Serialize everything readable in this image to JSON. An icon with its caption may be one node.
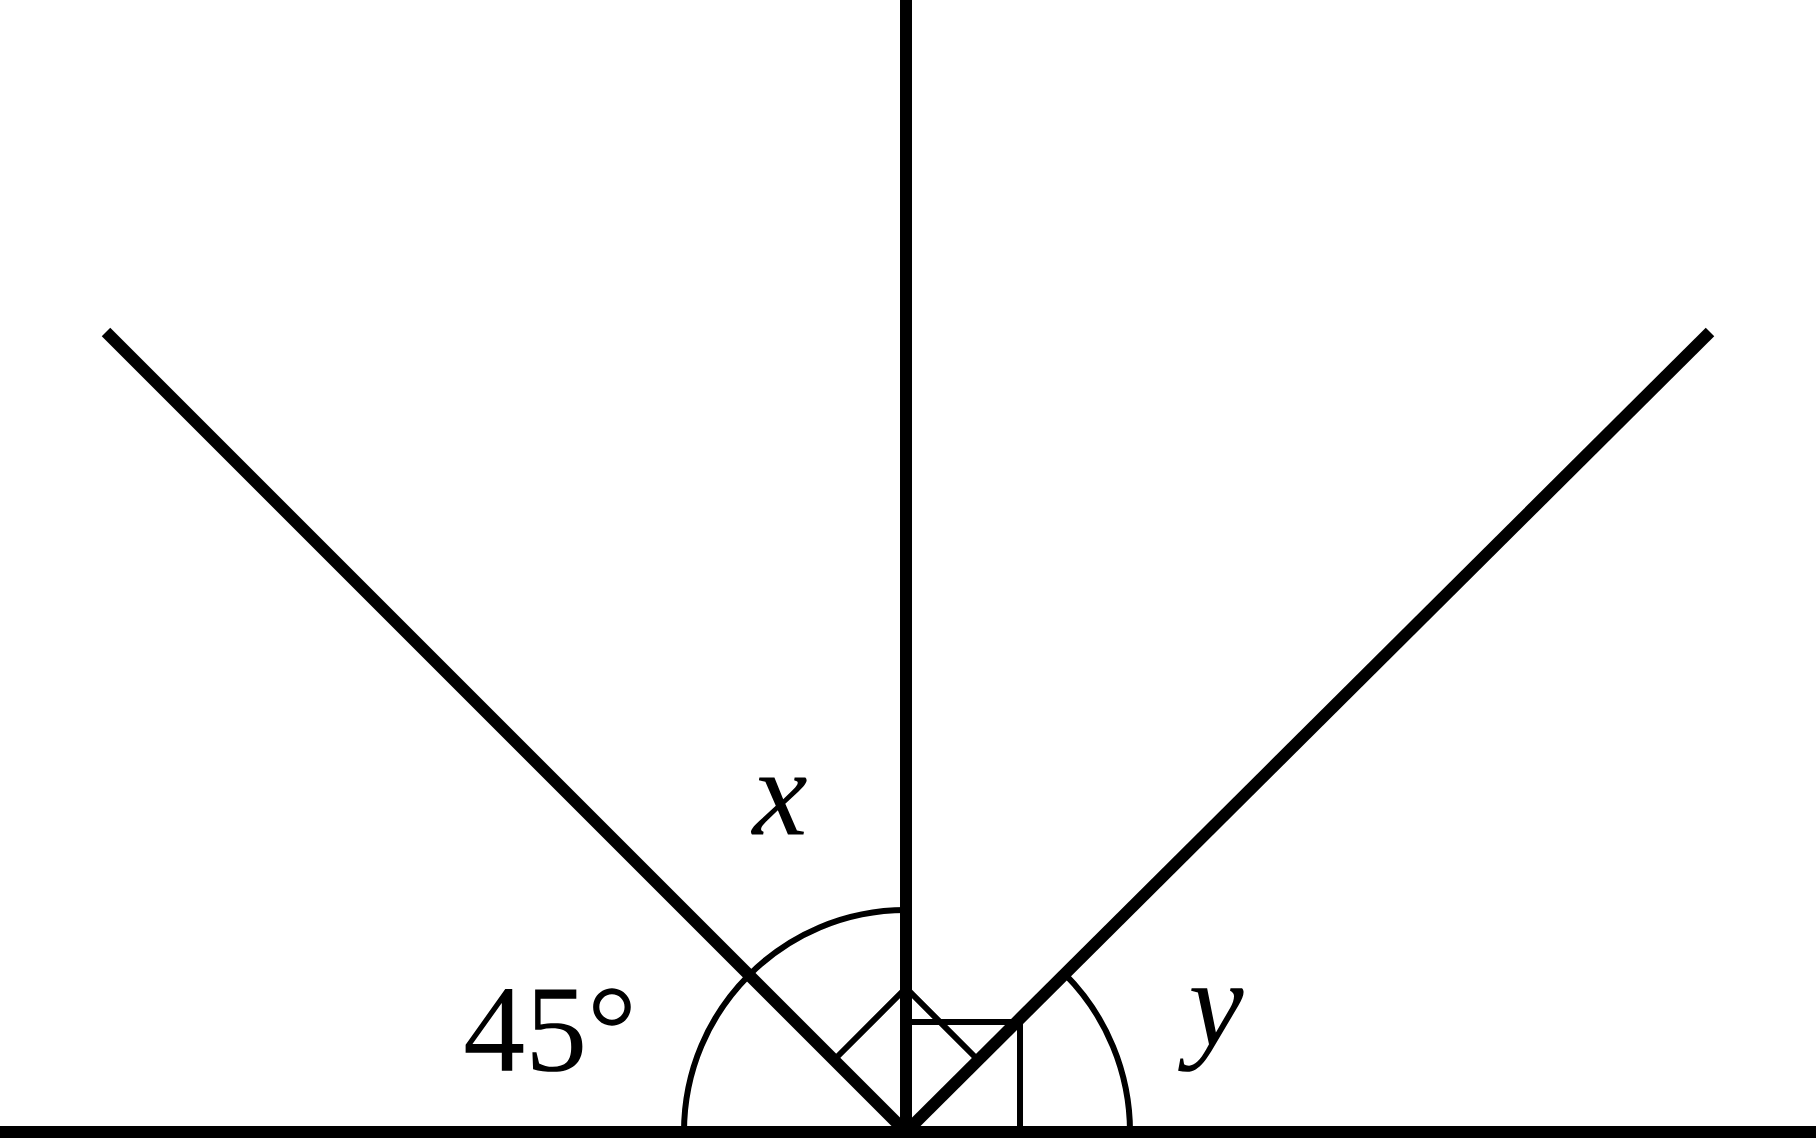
{
  "diagram": {
    "labels": [
      "x",
      "45°",
      "y"
    ]
  }
}
